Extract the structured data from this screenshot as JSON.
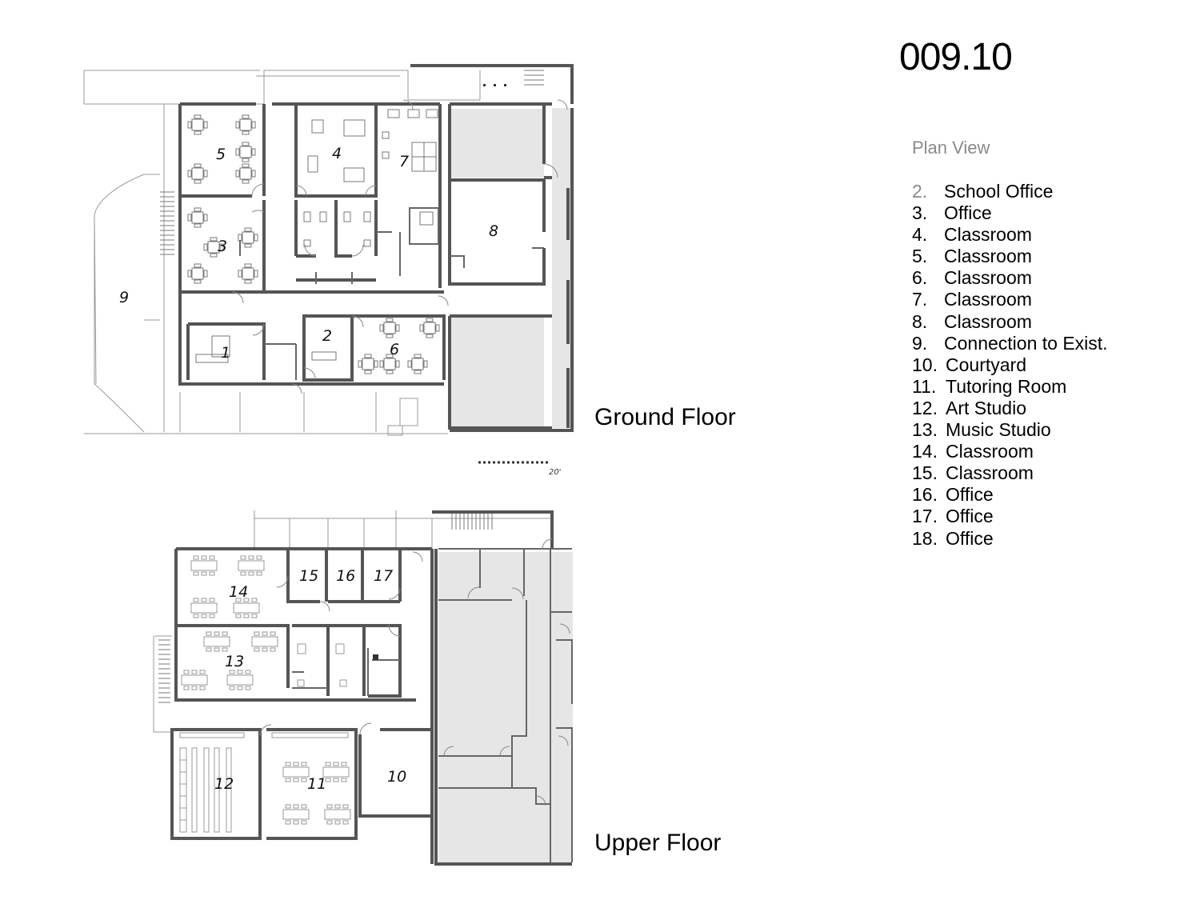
{
  "sheet": {
    "number": "009.10"
  },
  "section_title": "Plan View",
  "legend": [
    {
      "num": "2.",
      "label": "School Office"
    },
    {
      "num": "3.",
      "label": "Office"
    },
    {
      "num": "4.",
      "label": "Classroom"
    },
    {
      "num": "5.",
      "label": "Classroom"
    },
    {
      "num": "6.",
      "label": "Classroom"
    },
    {
      "num": "7.",
      "label": "Classroom"
    },
    {
      "num": "8.",
      "label": "Classroom"
    },
    {
      "num": "9.",
      "label": "Connection to Exist."
    },
    {
      "num": "10.",
      "label": "Courtyard"
    },
    {
      "num": "11.",
      "label": "Tutoring Room"
    },
    {
      "num": "12.",
      "label": "Art Studio"
    },
    {
      "num": "13.",
      "label": "Music Studio"
    },
    {
      "num": "14.",
      "label": "Classroom"
    },
    {
      "num": "15.",
      "label": "Classroom"
    },
    {
      "num": "16.",
      "label": "Office"
    },
    {
      "num": "17.",
      "label": "Office"
    },
    {
      "num": "18.",
      "label": "Office"
    }
  ],
  "ground_floor": {
    "label": "Ground Floor",
    "scale_label": "20'",
    "rooms": [
      "1",
      "2",
      "3",
      "4",
      "5",
      "6",
      "7",
      "8",
      "9"
    ]
  },
  "upper_floor": {
    "label": "Upper Floor",
    "rooms": [
      "10",
      "11",
      "12",
      "13",
      "14",
      "15",
      "16",
      "17"
    ]
  }
}
